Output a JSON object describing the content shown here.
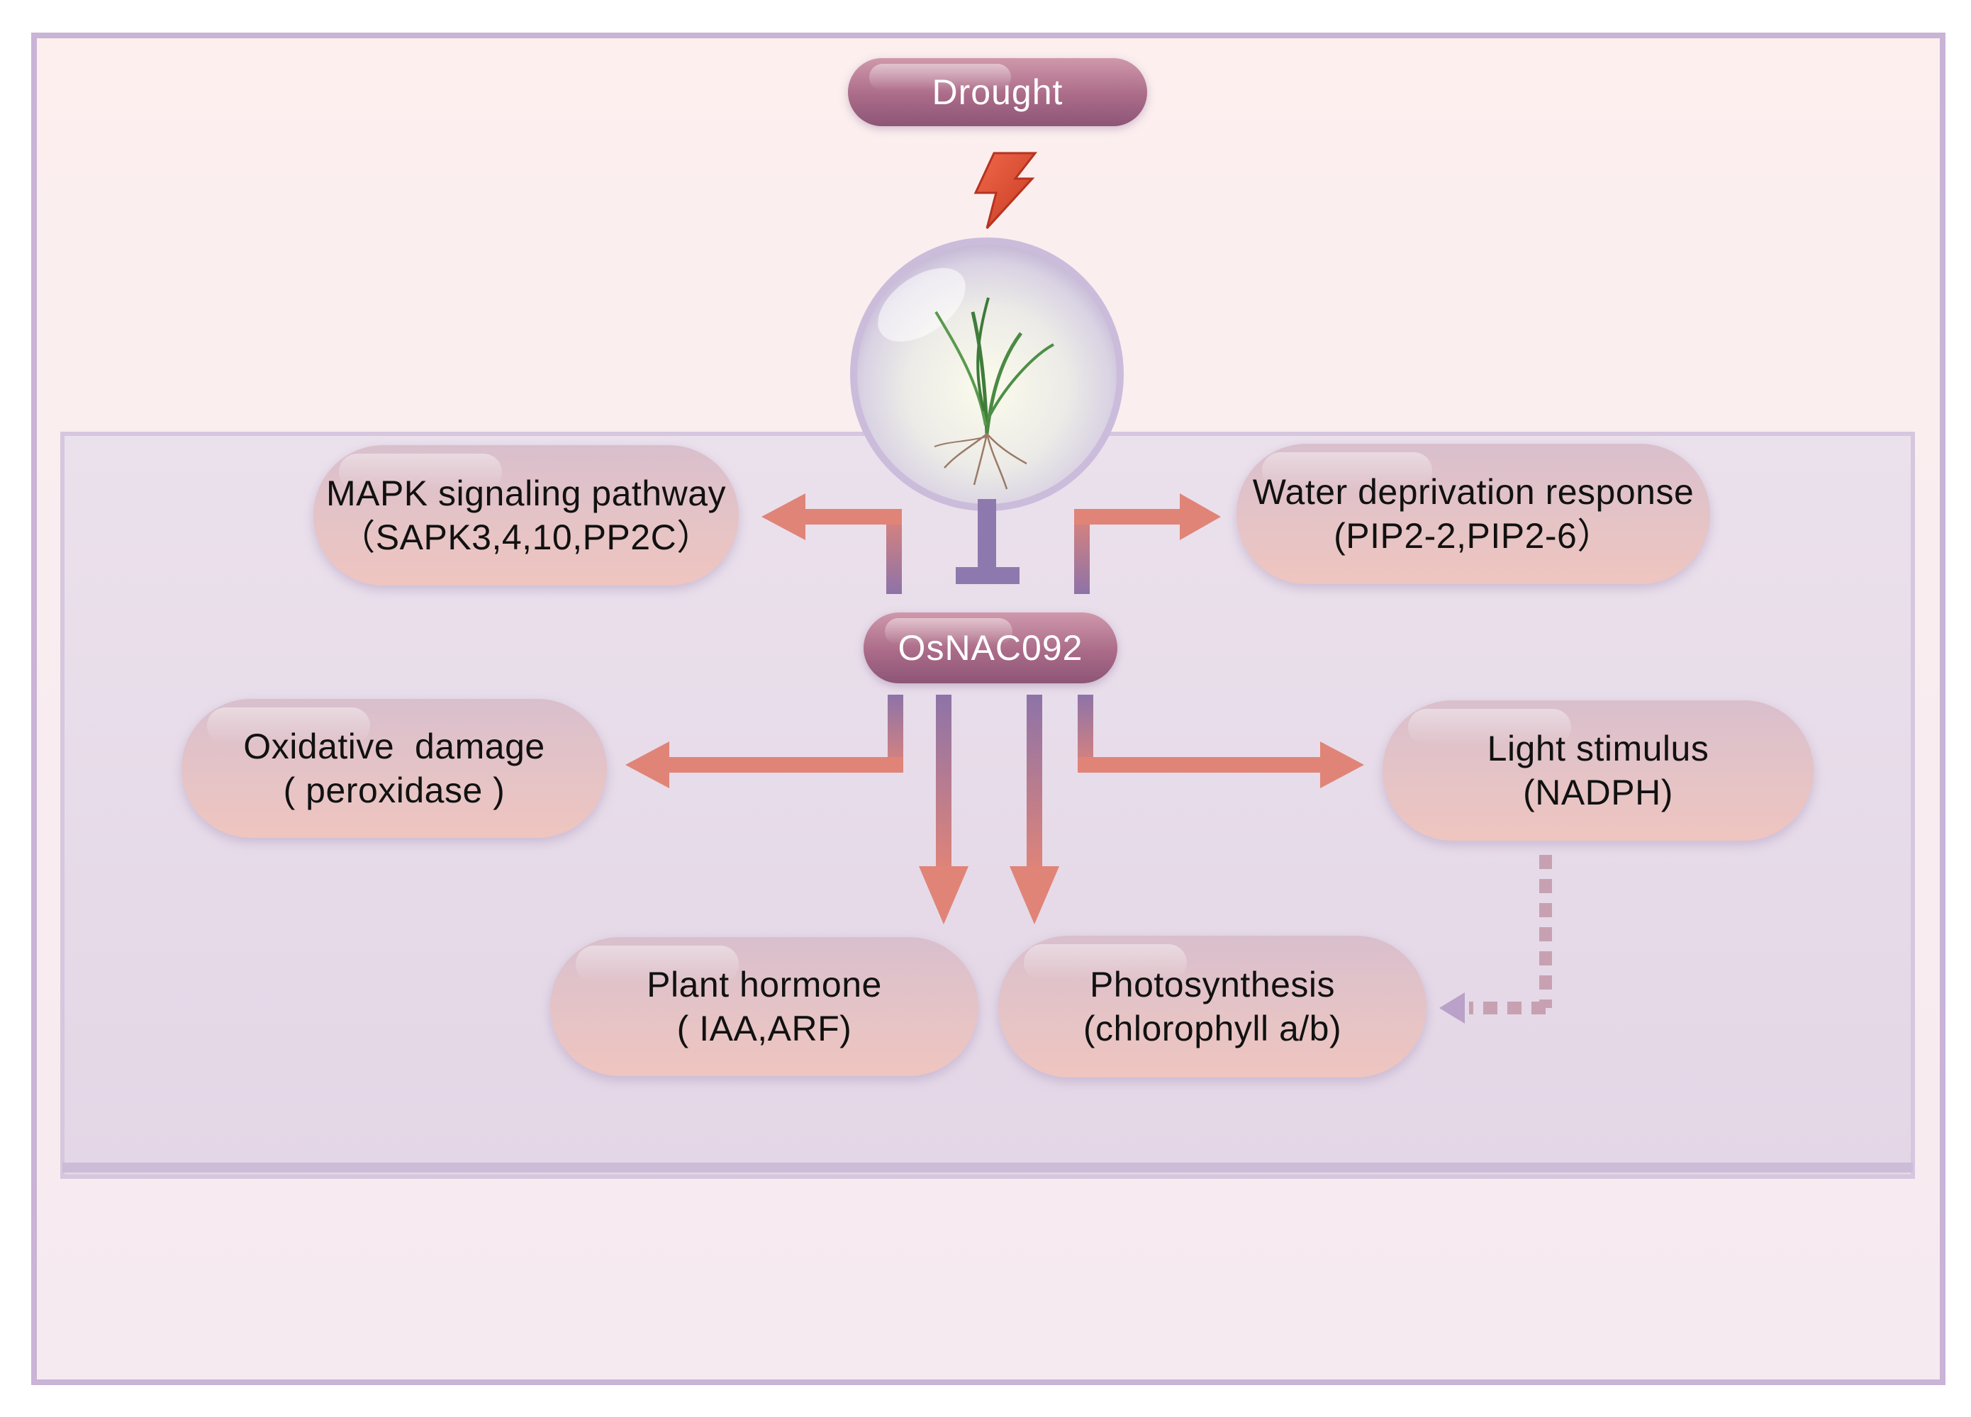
{
  "stimulus": {
    "label": "Drought"
  },
  "central_gene": {
    "label": "OsNAC092"
  },
  "icons": {
    "stimulus_icon": "lightning-bolt",
    "plant_icon": "rice-seedling-sphere"
  },
  "colors": {
    "frame_border": "#c9b3d6",
    "arrow_salmon": "#e08478",
    "bar_purple": "#8e73a6",
    "pill_dark": "#a86a84",
    "dotted_arrow": "#c7a1b2"
  },
  "pathways": {
    "mapk": {
      "title": "MAPK signaling pathway",
      "genes": "（SAPK3,4,10,PP2C）"
    },
    "water": {
      "title": "Water deprivation response",
      "genes": "(PIP2-2,PIP2-6）"
    },
    "oxidative": {
      "title": "Oxidative  damage",
      "genes": "( peroxidase )"
    },
    "light": {
      "title": "Light stimulus",
      "genes": "(NADPH)"
    },
    "hormone": {
      "title": "Plant hormone",
      "genes": "( IAA,ARF)"
    },
    "photosynthesis": {
      "title": "Photosynthesis",
      "genes": "(chlorophyll a/b)"
    }
  }
}
